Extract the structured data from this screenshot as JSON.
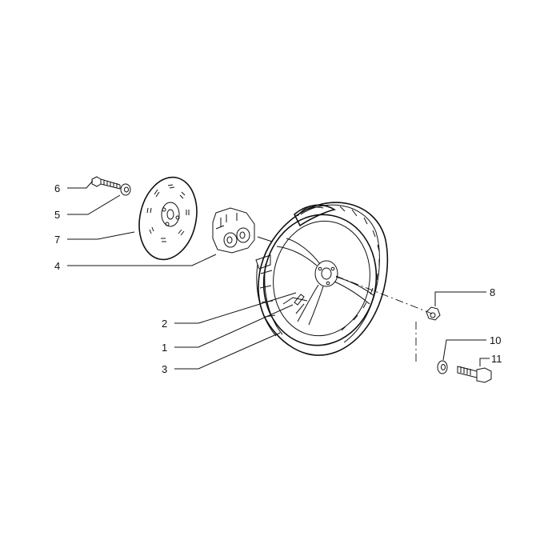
{
  "diagram": {
    "ink_color": "#111111",
    "background": "#ffffff",
    "callouts": [
      {
        "id": "6",
        "label": "6",
        "part": "screw"
      },
      {
        "id": "5",
        "label": "5",
        "part": "washer"
      },
      {
        "id": "7",
        "label": "7",
        "part": "brake-disc"
      },
      {
        "id": "4",
        "label": "4",
        "part": "hub-spacer"
      },
      {
        "id": "2",
        "label": "2",
        "part": "tyre-valve"
      },
      {
        "id": "1",
        "label": "1",
        "part": "wheel-rim"
      },
      {
        "id": "3",
        "label": "3",
        "part": "tyre"
      },
      {
        "id": "8",
        "label": "8",
        "part": "nut"
      },
      {
        "id": "10",
        "label": "10",
        "part": "washer"
      },
      {
        "id": "11",
        "label": "11",
        "part": "axle-bolt"
      }
    ]
  }
}
